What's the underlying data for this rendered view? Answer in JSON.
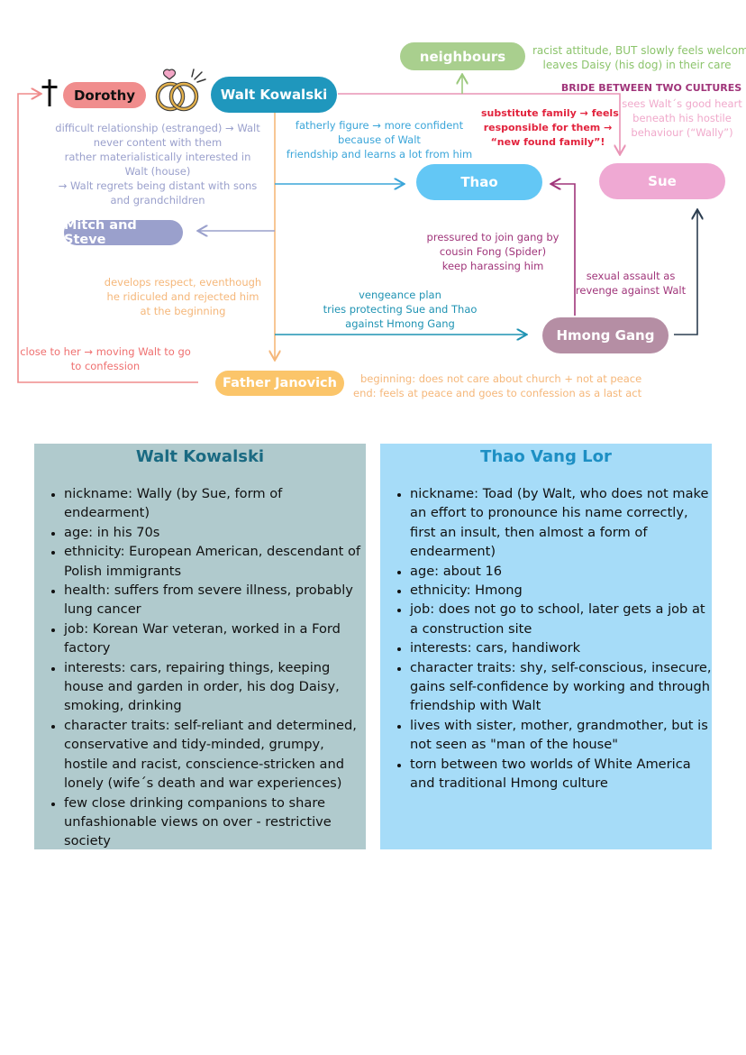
{
  "nodes": {
    "dorothy": "Dorothy",
    "walt": "Walt Kowalski",
    "neighbours": "neighbours",
    "thao": "Thao",
    "sue": "Sue",
    "mitch": "Mitch and Steve",
    "hmong": "Hmong Gang",
    "janovich": "Father Janovich"
  },
  "notes": {
    "neighbours": [
      "racist attitude, BUT slowly feels welcome",
      "leaves Daisy (his dog) in their care"
    ],
    "bride": "BRIDE BETWEEN TWO CULTURES",
    "sue_heart": [
      "sees Walt´s good heart",
      "beneath his hostile",
      "behaviour (“Wally”)"
    ],
    "substitute": [
      "substitute family → feels",
      "responsible for them →",
      "“new found family”!"
    ],
    "fatherly": [
      "fatherly figure → more confident",
      "because of Walt",
      "friendship and learns a lot from him"
    ],
    "family": [
      "difficult relationship (estranged) → Walt",
      "never content with them",
      "rather materialistically interested in",
      "Walt (house)",
      "→ Walt regrets being distant with sons",
      "and grandchildren"
    ],
    "pressured": [
      "pressured to join gang by",
      "cousin Fong (Spider)",
      "keep harassing him"
    ],
    "respect": [
      "develops respect, eventhough",
      "he ridiculed and rejected him",
      "at the beginning"
    ],
    "vengeance": [
      "vengeance plan",
      "tries protecting Sue and Thao",
      "against Hmong Gang"
    ],
    "assault": [
      "sexual assault as",
      "revenge against Walt"
    ],
    "close": [
      "close to her → moving Walt to go",
      "to confession"
    ],
    "church": [
      "beginning: does not care about church + not at peace",
      "end: feels at peace and goes to confession as a last act"
    ]
  },
  "cards": [
    {
      "title": "Walt Kowalski",
      "items": [
        "nickname: Wally (by Sue, form of endearment)",
        "age: in his 70s",
        "ethnicity: European American, descendant of Polish immigrants",
        "health: suffers from severe illness, probably lung cancer",
        "job: Korean War veteran, worked in a Ford factory",
        "interests: cars, repairing things, keeping house and garden in order, his dog Daisy, smoking, drinking",
        "character traits: self-reliant and determined, conservative and tidy-minded, grumpy, hostile and racist, conscience-stricken and lonely (wife´s death and war experiences)",
        "few close drinking companions to share unfashionable views on over - restrictive society"
      ]
    },
    {
      "title": "Thao Vang Lor",
      "items": [
        "nickname: Toad (by Walt, who does not make an effort to pronounce his name correctly, first an insult, then almost a form of endearment)",
        "age: about 16",
        "ethnicity: Hmong",
        "job: does not go to school, later gets a job at a construction site",
        "interests: cars, handiwork",
        "character traits: shy, self-conscious, insecure, gains self-confidence by working and through friendship with Walt",
        "lives with sister, mother, grandmother, but is not seen as \"man of the house\"",
        "torn between two worlds of White America and traditional Hmong culture"
      ]
    }
  ],
  "icons": {
    "cross": "cross-icon",
    "rings": "wedding-rings-icon"
  }
}
